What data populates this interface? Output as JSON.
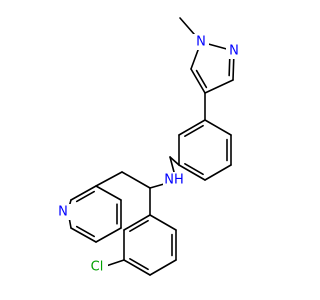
{
  "colors": {
    "background": "#ffffff",
    "bond": "#000000",
    "nitrogen": "#0000ff",
    "chlorine": "#00a000"
  },
  "atoms": {
    "n_pyrazole_1": "N",
    "n_pyrazole_2": "N",
    "n_amine": "NH",
    "n_pyridine": "N",
    "chlorine": "Cl"
  }
}
